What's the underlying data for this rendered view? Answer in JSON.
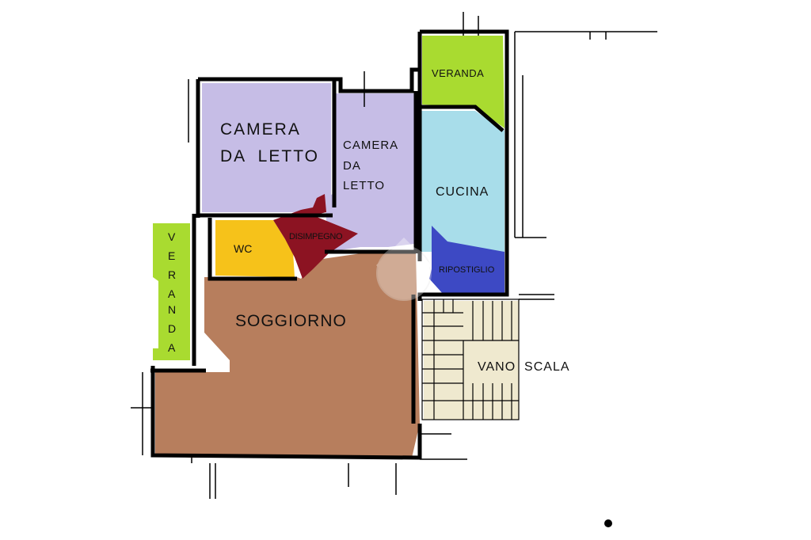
{
  "colors": {
    "camera_1": "#C6BDE6",
    "camera_2": "#C6BDE6",
    "veranda": "#A9DB30",
    "cucina": "#A8DDEA",
    "ripostiglio": "#3D49C4",
    "wc": "#F6C21A",
    "disimpegno": "#8C1322",
    "soggiorno": "#B77E5D",
    "vano_scala": "#EFE9CF",
    "walls": "#000000"
  },
  "rooms": {
    "camera_1": {
      "line1": "CAMERA",
      "line2": "DA  LETTO"
    },
    "camera_2": {
      "line1": "CAMERA",
      "line2": "DA",
      "line3": "LETTO"
    },
    "veranda_top": "VERANDA",
    "veranda_left": [
      "V",
      "E",
      "R",
      "A",
      "N",
      "D",
      "A"
    ],
    "cucina": "CUCINA",
    "ripostiglio": "RIPOSTIGLIO",
    "wc": "WC",
    "disimpegno": "DISIMPEGNO",
    "soggiorno": "SOGGIORNO",
    "vano_scala": "VANO  SCALA"
  }
}
